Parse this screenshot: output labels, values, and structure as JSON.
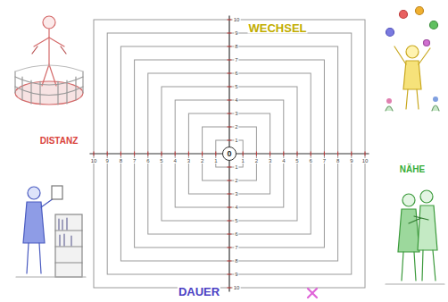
{
  "diagram": {
    "labels": [
      "WECHSEL",
      "DISTANZ",
      "NÄHE",
      "DAUER",
      "0",
      "10",
      "9",
      "8",
      "7",
      "6",
      "5",
      "4",
      "3",
      "2",
      "1",
      "1",
      "2",
      "3",
      "4",
      "5",
      "6",
      "7",
      "8",
      "9",
      "10",
      "10",
      "9",
      "8",
      "7",
      "6",
      "5",
      "4",
      "3",
      "2",
      "1",
      "1",
      "2",
      "3",
      "4",
      "5",
      "6",
      "7",
      "8",
      "9",
      "10"
    ]
  }
}
